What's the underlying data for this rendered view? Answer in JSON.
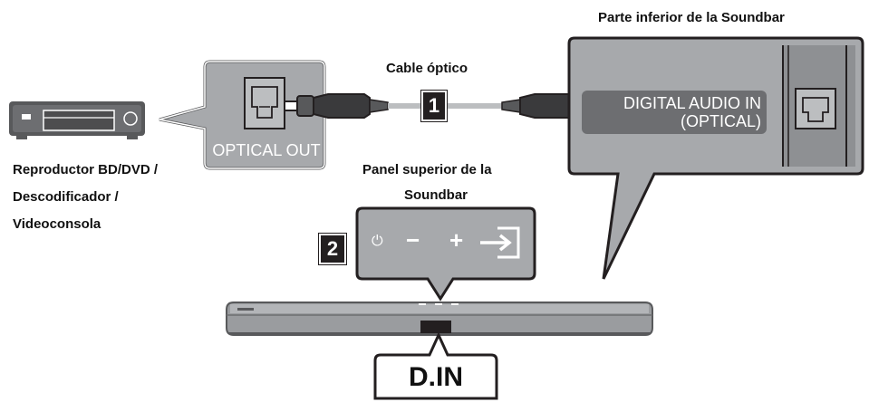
{
  "labels": {
    "soundbar_bottom_title": "Parte inferior de la Soundbar",
    "cable_title": "Cable óptico",
    "player_line1": "Reproductor BD/DVD /",
    "player_line2": "Descodificador /",
    "player_line3": "Videoconsola",
    "top_panel_line1": "Panel superior de la",
    "top_panel_line2": "Soundbar",
    "optical_out": "OPTICAL OUT",
    "digital_in_line1": "DIGITAL AUDIO IN",
    "digital_in_line2": "(OPTICAL)",
    "step1": "1",
    "step2": "2",
    "din": "D.IN"
  },
  "panel_symbols": {
    "power": "⏻",
    "minus": "−",
    "plus": "+"
  },
  "colors": {
    "panel_gray": "#a7a9ac",
    "dark_gray": "#6d6e71",
    "line": "#231f20",
    "soundbar": "#9a9c9f"
  }
}
